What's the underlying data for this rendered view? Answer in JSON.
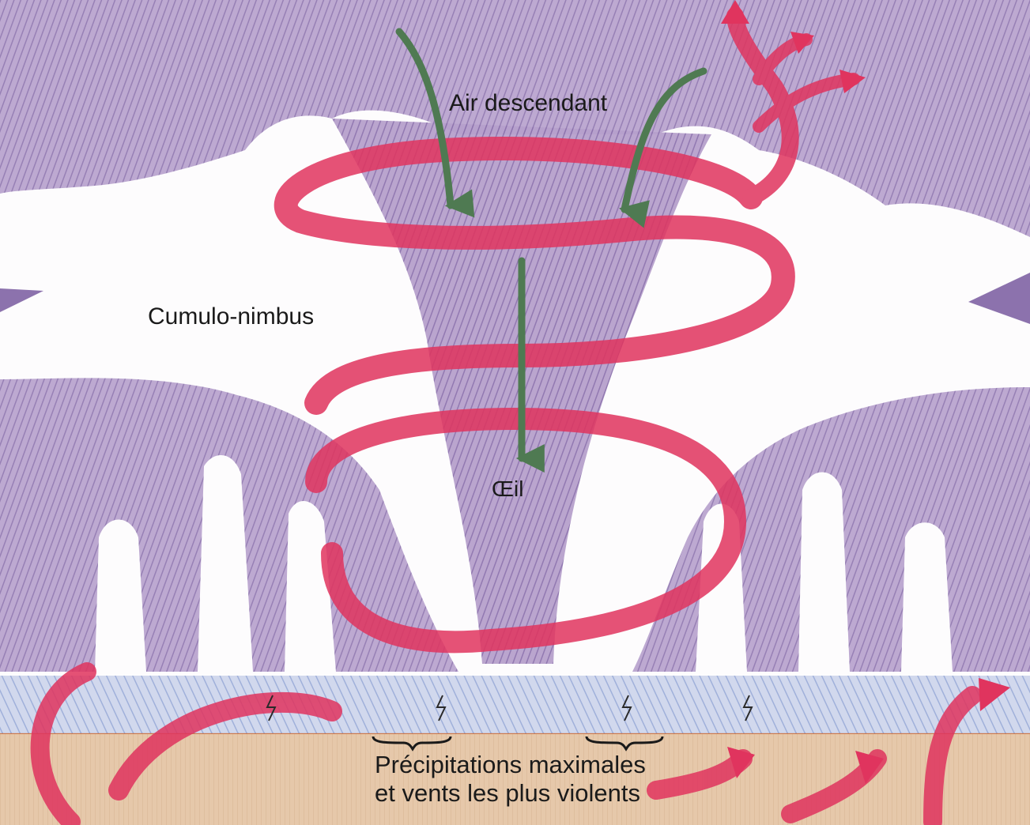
{
  "labels": {
    "air_descendant": "Air descendant",
    "cumulo_nimbus": "Cumulo-nimbus",
    "oeil": "Œil",
    "precip_line1": "Précipitations maximales",
    "precip_line2": "et vents les plus violents"
  },
  "colors": {
    "cloud": "#a58cc0",
    "cloud_dark": "#7d62a3",
    "spiral": "#e0345e",
    "arrow_down": "#4f7a52",
    "ground": "#e3c3a4",
    "rain": "#8fa3d4"
  }
}
